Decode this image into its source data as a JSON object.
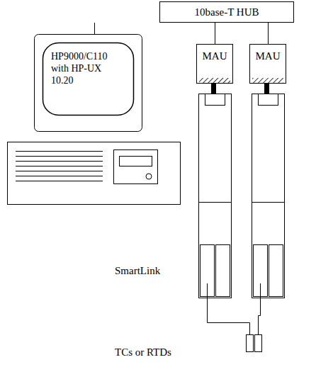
{
  "diagram": {
    "nodes": [
      {
        "text": [
          "10base-T HUB"
        ]
      },
      {
        "text": [
          "HP9000/C110 with HP-UX 10.20"
        ]
      },
      {
        "text": [
          "MAU"
        ]
      },
      {
        "text": [
          "MAU"
        ]
      }
    ],
    "edges": [
      {
        "from": 0,
        "to": 1,
        "arrow": "none"
      },
      {
        "from": 0,
        "to": 2,
        "arrow": "none"
      },
      {
        "from": 0,
        "to": 3,
        "arrow": "none"
      }
    ],
    "labels": [
      "SmartLink",
      "TCs or RTDs"
    ]
  }
}
